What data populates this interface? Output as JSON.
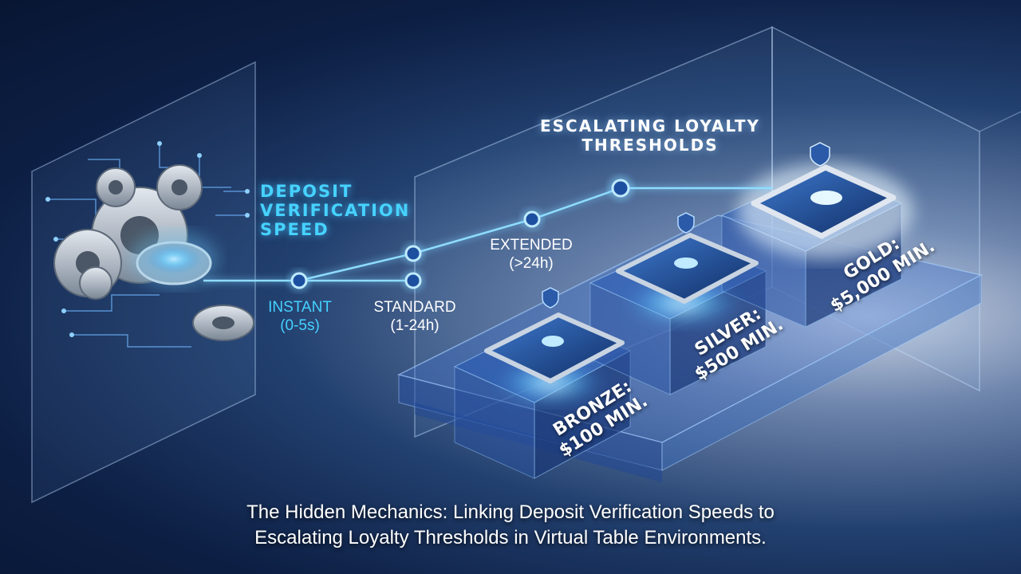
{
  "headings": {
    "deposit_speed": [
      "DEPOSIT",
      "VERIFICATION",
      "SPEED"
    ],
    "loyalty": [
      "ESCALATING LOYALTY",
      "THRESHOLDS"
    ]
  },
  "speed_nodes": [
    {
      "name": "INSTANT",
      "range": "(0-5s)"
    },
    {
      "name": "STANDARD",
      "range": "(1-24h)"
    },
    {
      "name": "EXTENDED",
      "range": "(>24h)"
    }
  ],
  "tiers": [
    {
      "line1": "BRONZE:",
      "line2": "$100 MIN."
    },
    {
      "line1": "SILVER:",
      "line2": "$500 MIN."
    },
    {
      "line1": "GOLD:",
      "line2": "$5,000 MIN."
    }
  ],
  "caption": [
    "The Hidden Mechanics: Linking Deposit Verification Speeds to",
    "Escalating Loyalty Thresholds in Virtual Table Environments."
  ],
  "colors": {
    "accent_cyan": "#46d2ff",
    "glow_blue": "#7fd4ff",
    "background_dark": "#0d1f44"
  }
}
